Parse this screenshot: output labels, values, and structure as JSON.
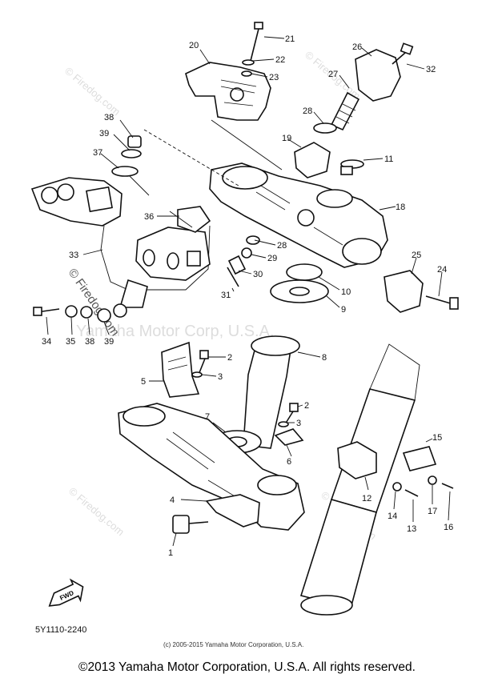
{
  "diagram": {
    "watermark": "Yamaha Motor Corp, U.S.A.",
    "brand_watermark": "© Firedog.com",
    "small_credit": "(c) 2005-2015 Yamaha Motor Corporation, U.S.A.",
    "figure_code": "5Y1110-2240",
    "front_label": "FWD",
    "callouts": [
      "21",
      "22",
      "23",
      "20",
      "26",
      "32",
      "27",
      "28",
      "19",
      "11",
      "38",
      "39",
      "37",
      "18",
      "36",
      "28",
      "29",
      "30",
      "33",
      "25",
      "24",
      "10",
      "31",
      "9",
      "34",
      "35",
      "38",
      "39",
      "2",
      "8",
      "5",
      "3",
      "2",
      "3",
      "7",
      "6",
      "15",
      "4",
      "12",
      "14",
      "13",
      "17",
      "16",
      "1"
    ]
  },
  "footer": {
    "copyright": "©2013 Yamaha Motor Corporation, U.S.A. All rights reserved."
  }
}
